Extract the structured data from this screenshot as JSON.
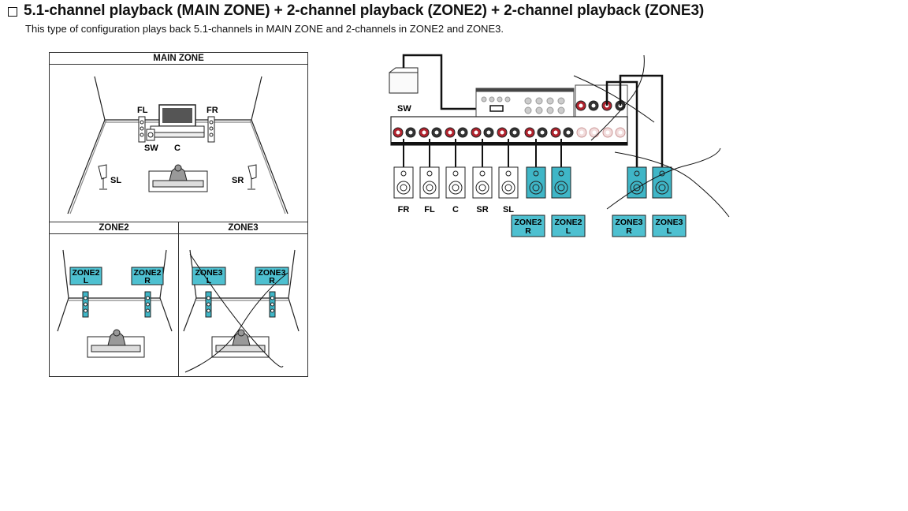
{
  "header": {
    "title": "5.1-channel playback (MAIN ZONE) + 2-channel playback (ZONE2) + 2-channel playback (ZONE3)",
    "subtitle": "This type of configuration plays back 5.1-channels in MAIN ZONE and 2-channels in ZONE2 and ZONE3."
  },
  "rooms": {
    "main": {
      "label": "MAIN ZONE",
      "speakers": {
        "fl": "FL",
        "fr": "FR",
        "sw": "SW",
        "c": "C",
        "sl": "SL",
        "sr": "SR"
      }
    },
    "zone2": {
      "label": "ZONE2",
      "left_top": "ZONE2",
      "left_bottom": "L",
      "right_top": "ZONE2",
      "right_bottom": "R"
    },
    "zone3": {
      "label": "ZONE3",
      "left_top": "ZONE3",
      "left_bottom": "L",
      "right_top": "ZONE3",
      "right_bottom": "R"
    }
  },
  "wiring": {
    "subwoofer": "SW",
    "speaker_labels": [
      "FR",
      "FL",
      "C",
      "SR",
      "SL"
    ],
    "zone_tags": [
      {
        "top": "ZONE2",
        "bottom": "R"
      },
      {
        "top": "ZONE2",
        "bottom": "L"
      },
      {
        "top": "ZONE3",
        "bottom": "R"
      },
      {
        "top": "ZONE3",
        "bottom": "L"
      }
    ]
  },
  "colors": {
    "zone_speaker": "#3fb6c7",
    "zone_tag": "#4ec0d0",
    "line": "#111111",
    "terminal_red": "#b0222d"
  }
}
